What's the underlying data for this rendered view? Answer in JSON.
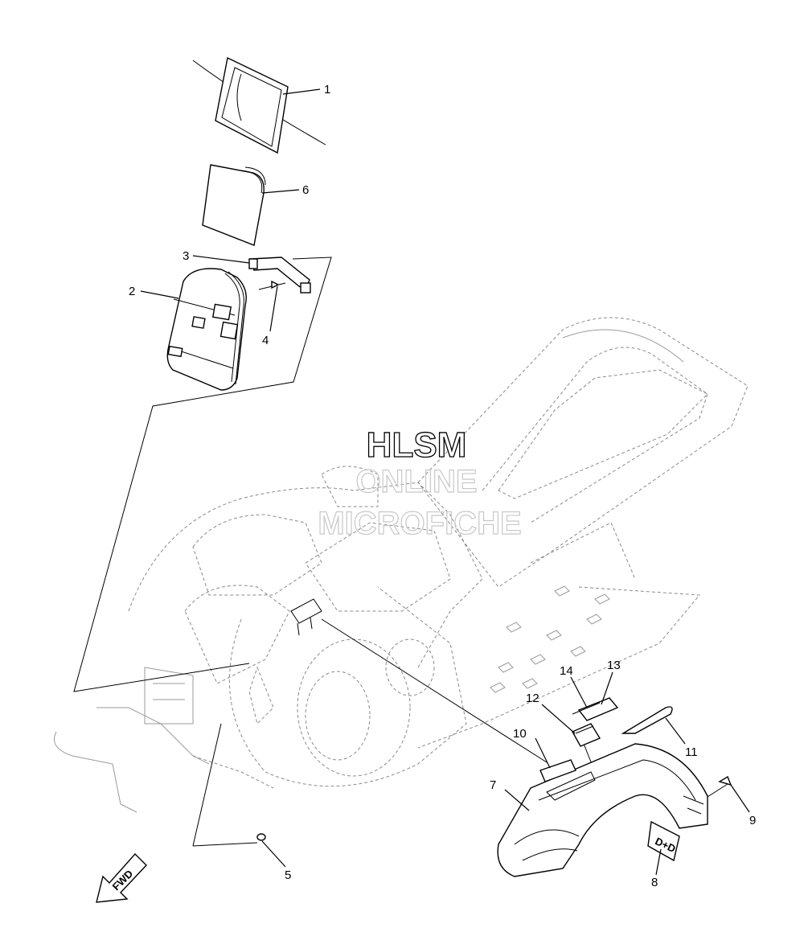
{
  "watermark": {
    "line1": "HLSM",
    "line2": "ONLINE",
    "line3": "MICROFICHE"
  },
  "direction_label": "FWD",
  "callouts": [
    "1",
    "2",
    "3",
    "4",
    "5",
    "6",
    "7",
    "8",
    "9",
    "10",
    "11",
    "12",
    "13",
    "14"
  ]
}
